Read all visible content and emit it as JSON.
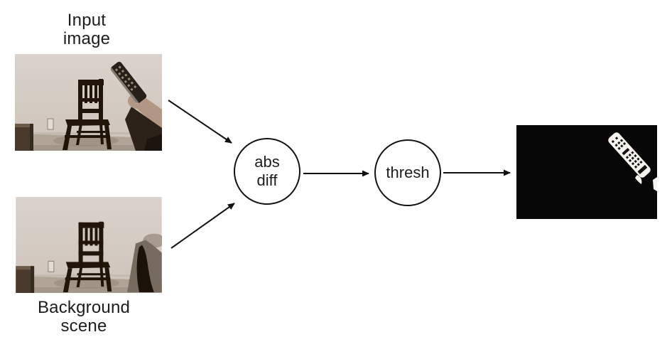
{
  "labels": {
    "input_image": {
      "line1": "Input",
      "line2": "image"
    },
    "background_scene": {
      "line1": "Background",
      "line2": "scene"
    }
  },
  "nodes": {
    "abs_diff": {
      "line1": "abs",
      "line2": "diff"
    },
    "thresh": {
      "label": "thresh"
    }
  },
  "photos": {
    "input": {
      "description": "Dark wooden chair against a light wall; a hand holding a TV remote enters from the upper right"
    },
    "background": {
      "description": "Same chair scene without the hand and remote; dark sofa arm at lower right"
    },
    "output": {
      "description": "Binary threshold mask: white remote-control silhouette on black background"
    }
  },
  "colors": {
    "page_background": "#ffffff",
    "diagram_stroke": "#111111",
    "label_text": "#1d1d1d",
    "photo_wall": "#d6cdc6",
    "photo_floor": "#b1a497",
    "chair": "#211509",
    "skin": "#b29784",
    "mask_background": "#070707",
    "mask_foreground": "#f7f4ef"
  }
}
